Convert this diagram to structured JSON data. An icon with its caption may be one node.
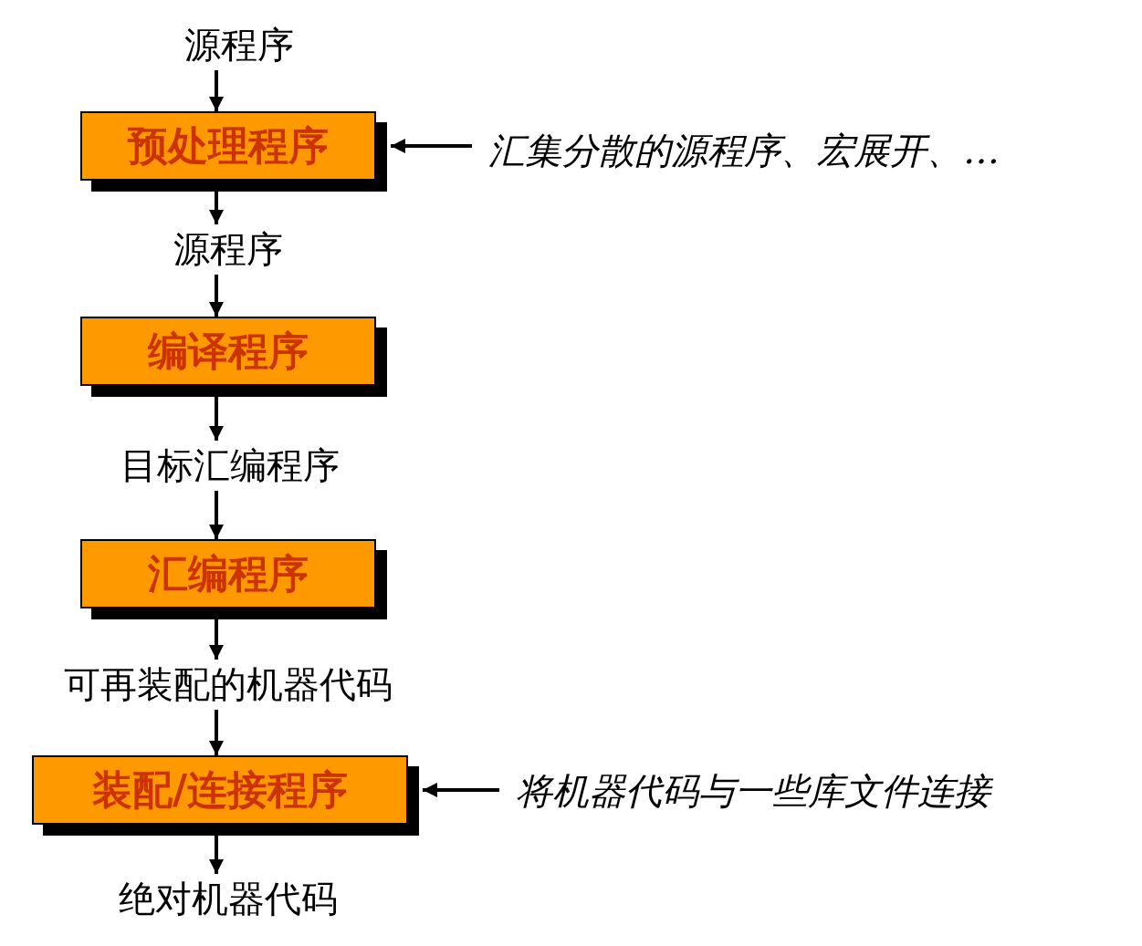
{
  "diagram": {
    "nodes": [
      {
        "text": [
          "源程序"
        ]
      },
      {
        "text": [
          "预处理程序"
        ]
      },
      {
        "text": [
          "汇集分散的源程序、宏展开、…"
        ]
      },
      {
        "text": [
          "源程序"
        ]
      },
      {
        "text": [
          "编译程序"
        ]
      },
      {
        "text": [
          "目标汇编程序"
        ]
      },
      {
        "text": [
          "汇编程序"
        ]
      },
      {
        "text": [
          "可再装配的机器代码"
        ]
      },
      {
        "text": [
          "装配/连接程序"
        ]
      },
      {
        "text": [
          "将机器代码与一些库文件连接"
        ]
      },
      {
        "text": [
          "绝对机器代码"
        ]
      }
    ],
    "edges": [
      {
        "from": 0,
        "to": 1,
        "arrow": "to"
      },
      {
        "from": 2,
        "to": 1,
        "arrow": "to"
      },
      {
        "from": 1,
        "to": 3,
        "arrow": "to"
      },
      {
        "from": 3,
        "to": 4,
        "arrow": "to"
      },
      {
        "from": 4,
        "to": 5,
        "arrow": "to"
      },
      {
        "from": 5,
        "to": 6,
        "arrow": "to"
      },
      {
        "from": 6,
        "to": 7,
        "arrow": "to"
      },
      {
        "from": 7,
        "to": 8,
        "arrow": "to"
      },
      {
        "from": 9,
        "to": 8,
        "arrow": "to"
      },
      {
        "from": 8,
        "to": 10,
        "arrow": "to"
      }
    ]
  }
}
